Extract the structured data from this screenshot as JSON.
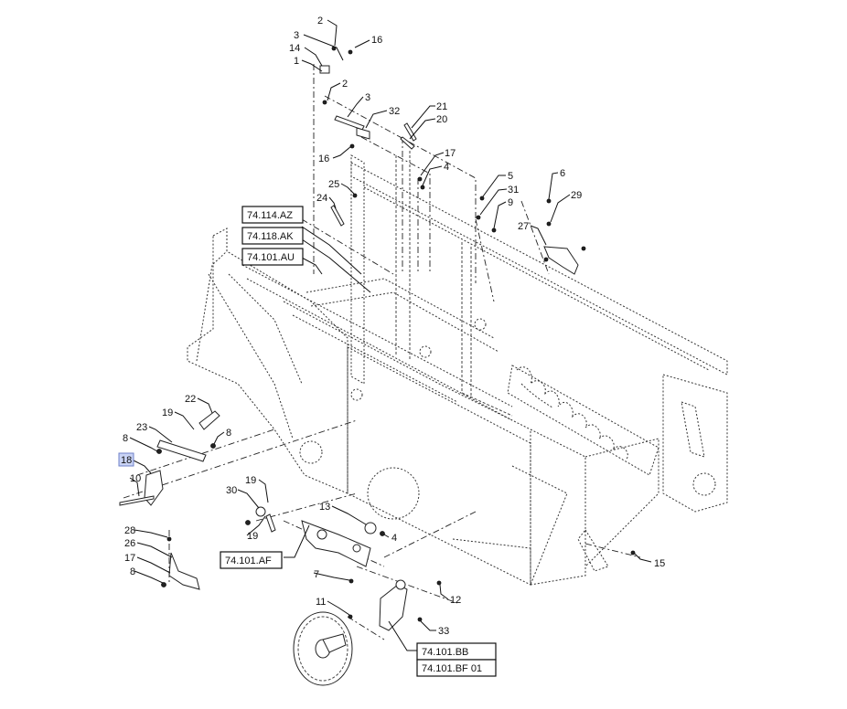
{
  "callouts": [
    {
      "id": "c2a",
      "text": "2"
    },
    {
      "id": "c3a",
      "text": "3"
    },
    {
      "id": "c16a",
      "text": "16"
    },
    {
      "id": "c14",
      "text": "14"
    },
    {
      "id": "c1",
      "text": "1"
    },
    {
      "id": "c2b",
      "text": "2"
    },
    {
      "id": "c3b",
      "text": "3"
    },
    {
      "id": "c32",
      "text": "32"
    },
    {
      "id": "c16b",
      "text": "16"
    },
    {
      "id": "c21",
      "text": "21"
    },
    {
      "id": "c20",
      "text": "20"
    },
    {
      "id": "c17a",
      "text": "17"
    },
    {
      "id": "c4a",
      "text": "4"
    },
    {
      "id": "c5",
      "text": "5"
    },
    {
      "id": "c6",
      "text": "6"
    },
    {
      "id": "c31",
      "text": "31"
    },
    {
      "id": "c9",
      "text": "9"
    },
    {
      "id": "c29",
      "text": "29"
    },
    {
      "id": "c27",
      "text": "27"
    },
    {
      "id": "c25",
      "text": "25"
    },
    {
      "id": "c24",
      "text": "24"
    },
    {
      "id": "c22",
      "text": "22"
    },
    {
      "id": "c19a",
      "text": "19"
    },
    {
      "id": "c23",
      "text": "23"
    },
    {
      "id": "c8a",
      "text": "8"
    },
    {
      "id": "c8b",
      "text": "8"
    },
    {
      "id": "c18",
      "text": "18"
    },
    {
      "id": "c10",
      "text": "10"
    },
    {
      "id": "c19b",
      "text": "19"
    },
    {
      "id": "c30",
      "text": "30"
    },
    {
      "id": "c19c",
      "text": "19"
    },
    {
      "id": "c13",
      "text": "13"
    },
    {
      "id": "c4b",
      "text": "4"
    },
    {
      "id": "c28",
      "text": "28"
    },
    {
      "id": "c26",
      "text": "26"
    },
    {
      "id": "c17b",
      "text": "17"
    },
    {
      "id": "c8c",
      "text": "8"
    },
    {
      "id": "c7",
      "text": "7"
    },
    {
      "id": "c15",
      "text": "15"
    },
    {
      "id": "c11",
      "text": "11"
    },
    {
      "id": "c12",
      "text": "12"
    },
    {
      "id": "c33",
      "text": "33"
    }
  ],
  "references": [
    {
      "id": "r1",
      "text": "74.114.AZ"
    },
    {
      "id": "r2",
      "text": "74.118.AK"
    },
    {
      "id": "r3",
      "text": "74.101.AU"
    },
    {
      "id": "r4",
      "text": "74.101.AF"
    },
    {
      "id": "r5",
      "text": "74.101.BB"
    },
    {
      "id": "r6",
      "text": "74.101.BF 01"
    }
  ],
  "highlighted_callout": "18",
  "colors": {
    "line": "#222222",
    "highlight": "#c9d3f5",
    "highlight_border": "#6f82c9"
  }
}
